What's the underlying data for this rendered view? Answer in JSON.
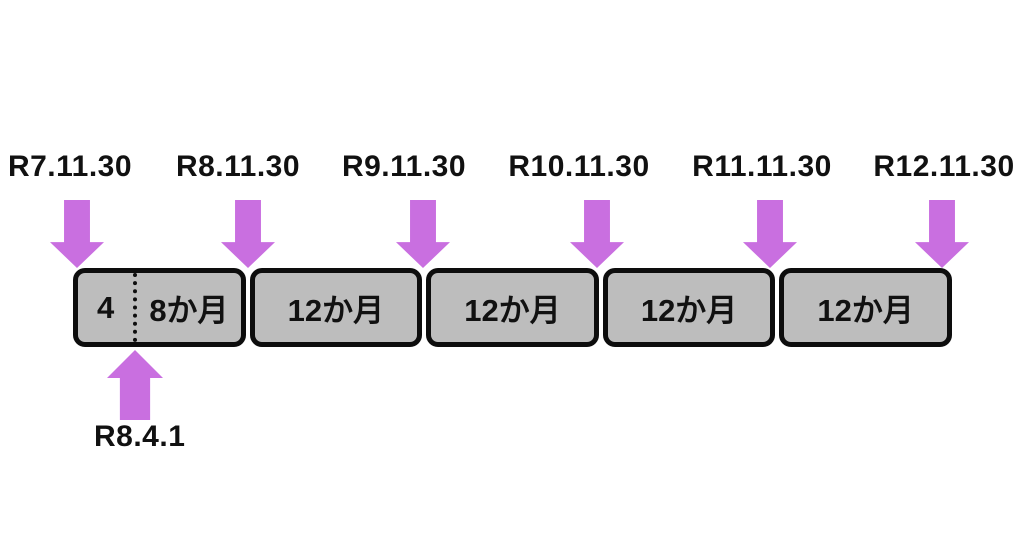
{
  "timeline": {
    "dates": [
      "R7.11.30",
      "R8.11.30",
      "R9.11.30",
      "R10.11.30",
      "R11.11.30",
      "R12.11.30"
    ],
    "first_box": {
      "left_segment": "4",
      "right_segment": "8か月"
    },
    "period_boxes": [
      "12か月",
      "12か月",
      "12か月",
      "12か月"
    ],
    "start_label": "R8.4.1"
  },
  "colors": {
    "arrow": "#c96fe0",
    "box_fill": "#bdbdbd",
    "box_border": "#0d0d0d",
    "text": "#111111",
    "background": "#ffffff"
  }
}
